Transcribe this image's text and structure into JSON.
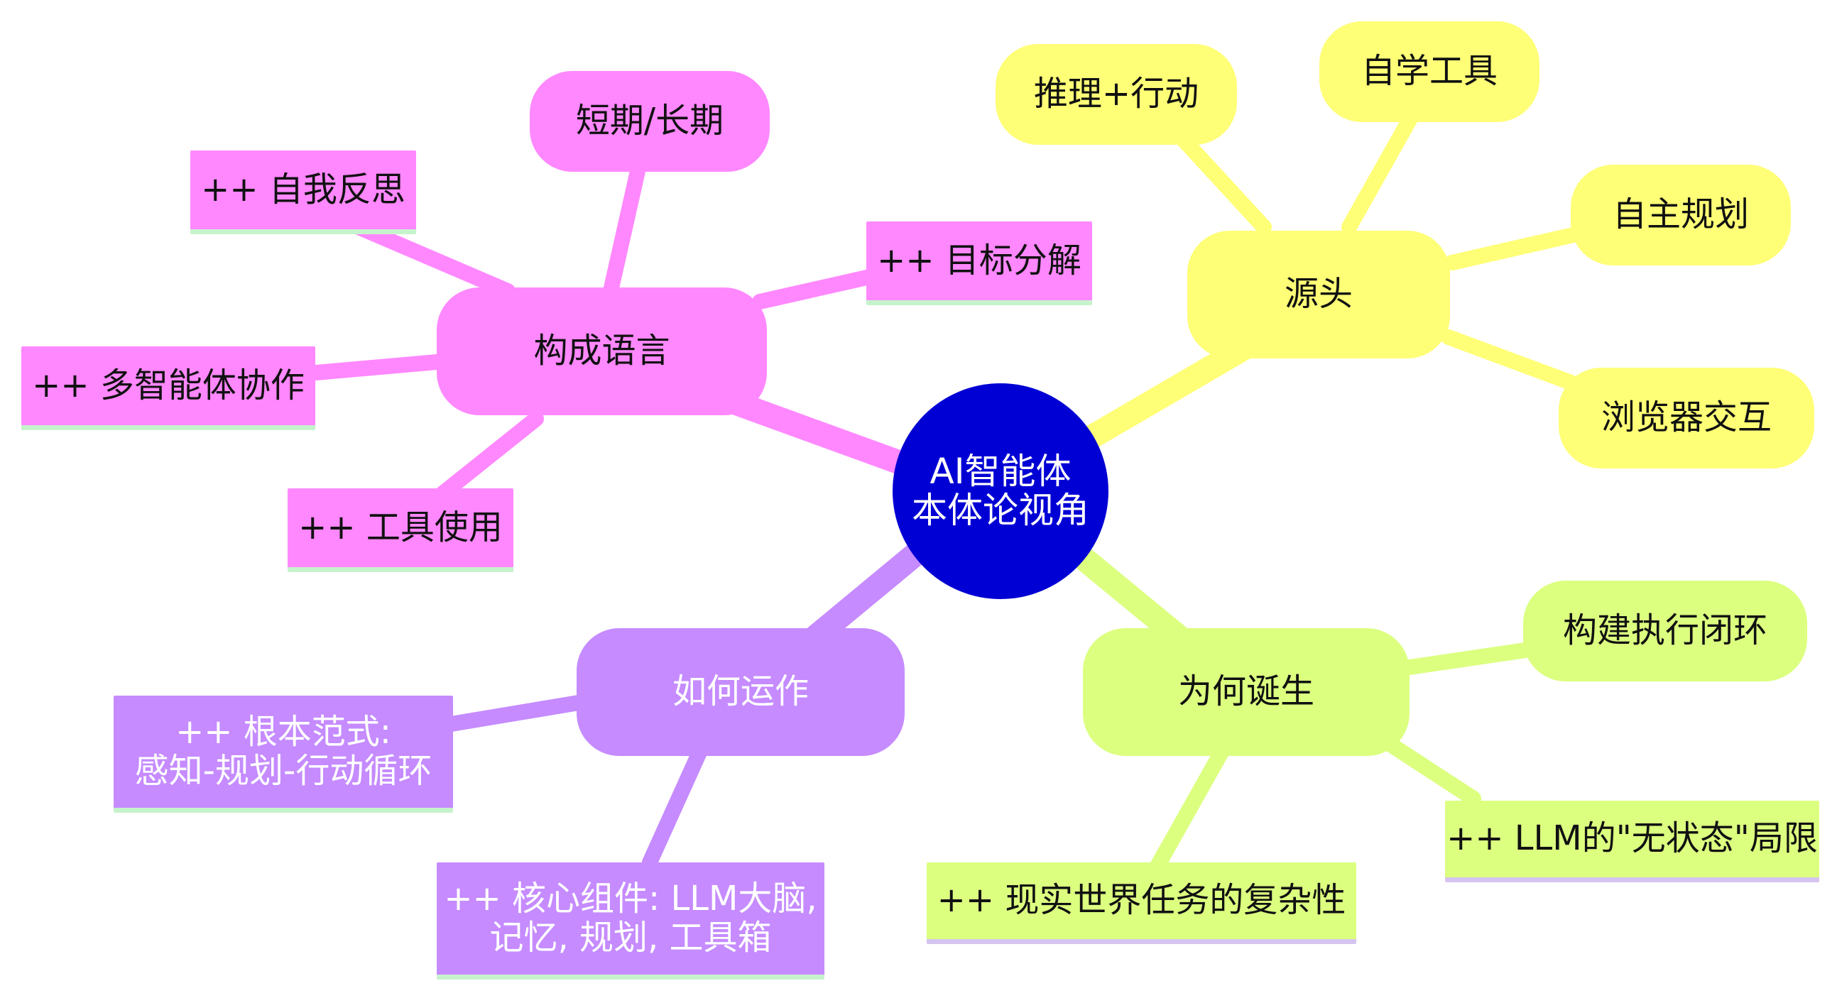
{
  "root": {
    "label": "AI智能体\n本体论视角",
    "color": "#0000d4"
  },
  "branches": {
    "composition": {
      "label": "构成语言",
      "color": "#ff88ff",
      "children": {
        "short_long": "短期/长期",
        "self_reflect": "++ 自我反思",
        "goal_decomp": "++ 目标分解",
        "multi_agent": "++ 多智能体协作",
        "tool_use": "++ 工具使用"
      }
    },
    "origin": {
      "label": "源头",
      "color": "#ffff77",
      "children": {
        "reason_act": "推理+行动",
        "self_learn": "自学工具",
        "autonomous_plan": "自主规划",
        "browser": "浏览器交互"
      }
    },
    "how_it_works": {
      "label": "如何运作",
      "color": "#c58bff",
      "children": {
        "paradigm": "++ 根本范式:\n感知-规划-行动循环",
        "core_components": "++ 核心组件: LLM大脑,\n记忆, 规划, 工具箱"
      }
    },
    "why_born": {
      "label": "为何诞生",
      "color": "#dcff80",
      "children": {
        "closed_loop": "构建执行闭环",
        "llm_stateless": "++ LLM的\"无状态\"局限",
        "real_world": "++ 现实世界任务的复杂性"
      }
    }
  }
}
